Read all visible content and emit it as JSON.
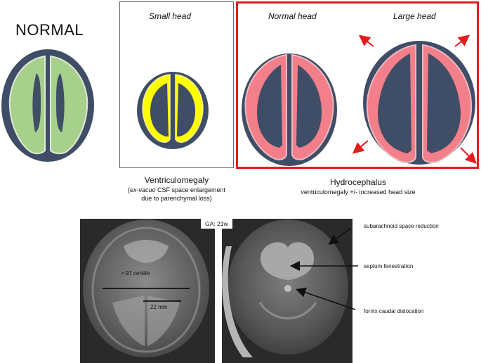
{
  "normal": {
    "title": "NORMAL"
  },
  "small_head": {
    "label": "Small head"
  },
  "normal_head": {
    "label": "Normal head"
  },
  "large_head": {
    "label": "Large head"
  },
  "ventriculomegaly": {
    "title": "Ventriculomegaly",
    "line1_italic": "ex-vacuo",
    "line1_rest": " CSF space enlargement",
    "line2": "due to parenchymal loss)"
  },
  "hydrocephalus": {
    "title": "Hydrocephalus",
    "subtitle": "ventriculomegaly +/- increased head size"
  },
  "mri": {
    "ga_label": "GA: 21w",
    "centile_label": "> 97 centile",
    "measure_label": "22 mm",
    "annotations": [
      "subarachnoid space reduction",
      "septum fenestration",
      "fornix caudal dislocation"
    ]
  },
  "colors": {
    "skull": "#3f4e66",
    "normal_parenchyma": "#a7d08c",
    "csf_yellow": "#ffff00",
    "hydro_pink": "#f27f8a",
    "frame_red": "#e31d1d"
  }
}
